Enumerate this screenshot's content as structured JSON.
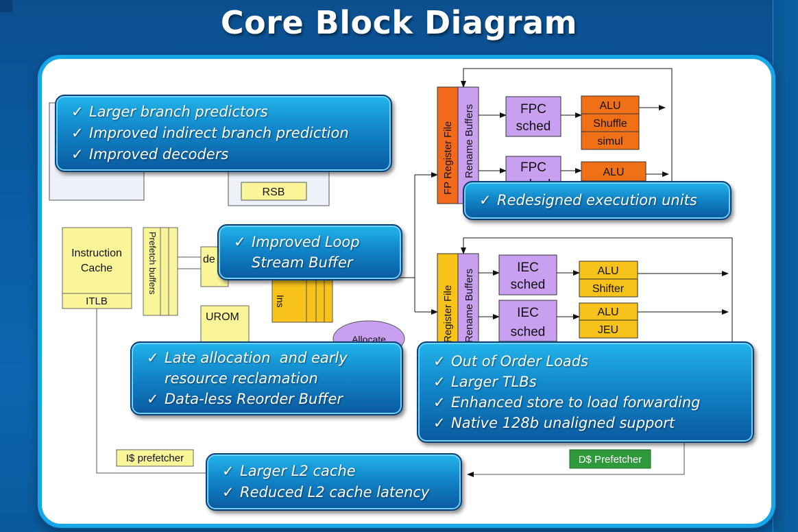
{
  "title": "Core Block Diagram",
  "check_glyph": "✓",
  "diagram": {
    "fp_register_file": "FP Register File",
    "fp_rename_buffers": "Rename Buffers",
    "fpc_sched_1": "FPC",
    "fpc_sched_1b": "sched",
    "fpc_sched_2": "FPC",
    "fpc_sched_2b": "sched",
    "alu_1": "ALU",
    "shuffle": "Shuffle",
    "simul": "simul",
    "alu_2": "ALU",
    "int_register_file": "Register File",
    "int_rename_buffers": "Rename Buffers",
    "iec_sched_1": "IEC",
    "iec_sched_1b": "sched",
    "iec_sched_2": "IEC",
    "iec_sched_2b": "sched",
    "alu_3": "ALU",
    "shifter": "Shifter",
    "alu_4": "ALU",
    "jeu": "JEU",
    "rsb": "RSB",
    "instruction_cache_1": "Instruction",
    "instruction_cache_2": "Cache",
    "itlb": "ITLB",
    "prefetch_buffers": "Prefetch buffers",
    "decoder_partial": "de",
    "inst_queue_partial": "Ins",
    "urom": "UROM",
    "allocate_partial": "Allocate",
    "icache_prefetcher": "I$ prefetcher",
    "dcache_prefetcher": "D$ Prefetcher"
  },
  "callouts": {
    "branch": [
      "Larger branch predictors",
      "Improved indirect branch prediction",
      "Improved decoders"
    ],
    "execution": [
      "Redesigned execution units"
    ],
    "loop": [
      "Improved Loop",
      "Stream Buffer"
    ],
    "allocation": [
      "Late allocation  and early",
      "resource reclamation",
      "Data-less Reorder Buffer"
    ],
    "loads": [
      "Out of Order Loads",
      "Larger TLBs",
      "Enhanced store to load forwarding",
      "Native 128b unaligned support"
    ],
    "l2": [
      "Larger L2 cache",
      "Reduced L2 cache latency"
    ]
  },
  "colors": {
    "background": "#0a5aa0",
    "panel_border": "#17a6e6",
    "fp_register": "#f26b1d",
    "purple": "#c9a0f0",
    "alu_orange": "#f07018",
    "int_yellow": "#f7c21a",
    "pale_yellow": "#fbf59a",
    "prefetcher_green": "#2f9a3c"
  }
}
